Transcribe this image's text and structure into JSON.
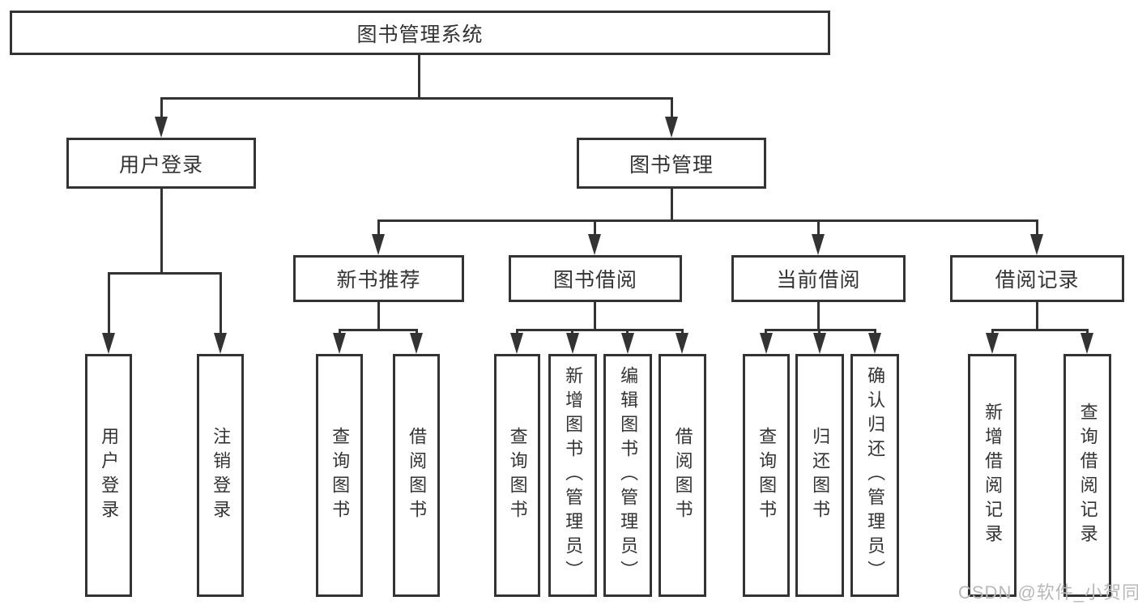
{
  "diagram": {
    "root": "图书管理系统",
    "level2": [
      "用户登录",
      "图书管理"
    ],
    "level3": [
      "新书推荐",
      "图书借阅",
      "当前借阅",
      "借阅记录"
    ],
    "leaves": {
      "user_login": [
        "用户登录",
        "注销登录"
      ],
      "new_book": [
        "查询图书",
        "借阅图书"
      ],
      "book_borrow": [
        "查询图书",
        "新增图书（管理员）",
        "编辑图书（管理员）",
        "借阅图书"
      ],
      "current_borrow": [
        "查询图书",
        "归还图书",
        "确认归还（管理员）"
      ],
      "borrow_record": [
        "新增借阅记录",
        "查询借阅记录"
      ]
    },
    "watermark": "CSDN @软件_小贺同学",
    "colors": {
      "line": "#333333",
      "text": "#333333",
      "watermark": "#b8b8b8",
      "background": "#ffffff"
    }
  }
}
